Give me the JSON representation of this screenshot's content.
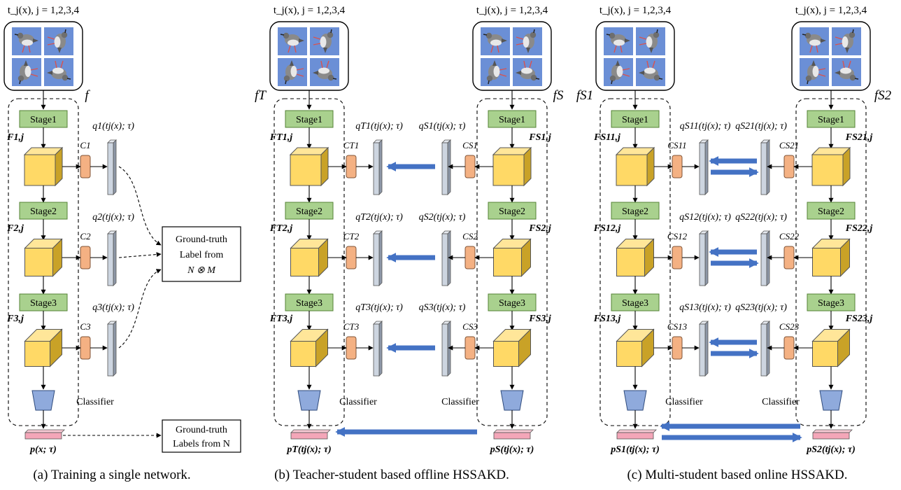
{
  "transform_label": "t_j(x), j = 1,2,3,4",
  "stages": [
    "Stage1",
    "Stage2",
    "Stage3"
  ],
  "classifier_label": "Classifier",
  "ground_truth_box_1": [
    "Ground-truth",
    "Label from",
    "N ⊗ M"
  ],
  "ground_truth_box_2": [
    "Ground-truth",
    "Labels from N"
  ],
  "panels": [
    {
      "id": "a",
      "caption": "(a) Training a single network.",
      "columns": [
        {
          "net": "f",
          "features": [
            "F1,j",
            "F2,j",
            "F3,j"
          ],
          "aux_classifiers": [
            "C1",
            "C2",
            "C3"
          ],
          "aux_outputs": [
            "q1(tj(x); τ)",
            "q2(tj(x); τ)",
            "q3(tj(x); τ)"
          ],
          "final_output": "p(x; τ)"
        }
      ]
    },
    {
      "id": "b",
      "caption": "(b) Teacher-student based offline HSSAKD.",
      "columns": [
        {
          "net": "fT",
          "features": [
            "FT1,j",
            "FT2,j",
            "FT3,j"
          ],
          "aux_classifiers": [
            "CT1",
            "CT2",
            "CT3"
          ],
          "aux_outputs": [
            "qT1(tj(x); τ)",
            "qT2(tj(x); τ)",
            "qT3(tj(x); τ)"
          ],
          "final_output": "pT(tj(x); τ)"
        },
        {
          "net": "fS",
          "features": [
            "FS1,j",
            "FS2,j",
            "FS3,j"
          ],
          "aux_classifiers": [
            "CS1",
            "CS2",
            "CS3"
          ],
          "aux_outputs": [
            "qS1(tj(x); τ)",
            "qS2(tj(x); τ)",
            "qS3(tj(x); τ)"
          ],
          "final_output": "pS(tj(x); τ)"
        }
      ]
    },
    {
      "id": "c",
      "caption": "(c) Multi-student based online HSSAKD.",
      "columns": [
        {
          "net": "fS1",
          "features": [
            "FS11,j",
            "FS12,j",
            "FS13,j"
          ],
          "aux_classifiers": [
            "CS11",
            "CS12",
            "CS13"
          ],
          "aux_outputs": [
            "qS11(tj(x); τ)",
            "qS12(tj(x); τ)",
            "qS13(tj(x); τ)"
          ],
          "final_output": "pS1(tj(x); τ)"
        },
        {
          "net": "fS2",
          "features": [
            "FS21,j",
            "FS22,j",
            "FS23,j"
          ],
          "aux_classifiers": [
            "CS21",
            "CS22",
            "CS23"
          ],
          "aux_outputs": [
            "qS21(tj(x); τ)",
            "qS22(tj(x); τ)",
            "qS23(tj(x); τ)"
          ],
          "final_output": "pS2(tj(x); τ)"
        }
      ]
    }
  ],
  "colors": {
    "stage": "#a9d18e",
    "stage_border": "#548235",
    "cube_front": "#ffd966",
    "cube_top": "#ffe699",
    "cube_side": "#c9a227",
    "aux_classifier": "#f4b183",
    "aux_vector": "#cdd5e0",
    "head": "#8faadc",
    "output_bar": "#f4a6b8",
    "transfer_arrow": "#4472c4",
    "sky": "#6b8fd6",
    "bird": "#8a8a8a"
  },
  "icons": [
    "augmented-bird-image-grid",
    "feature-cube-icon",
    "classifier-head-icon",
    "output-bar-icon",
    "transfer-arrow-icon"
  ]
}
